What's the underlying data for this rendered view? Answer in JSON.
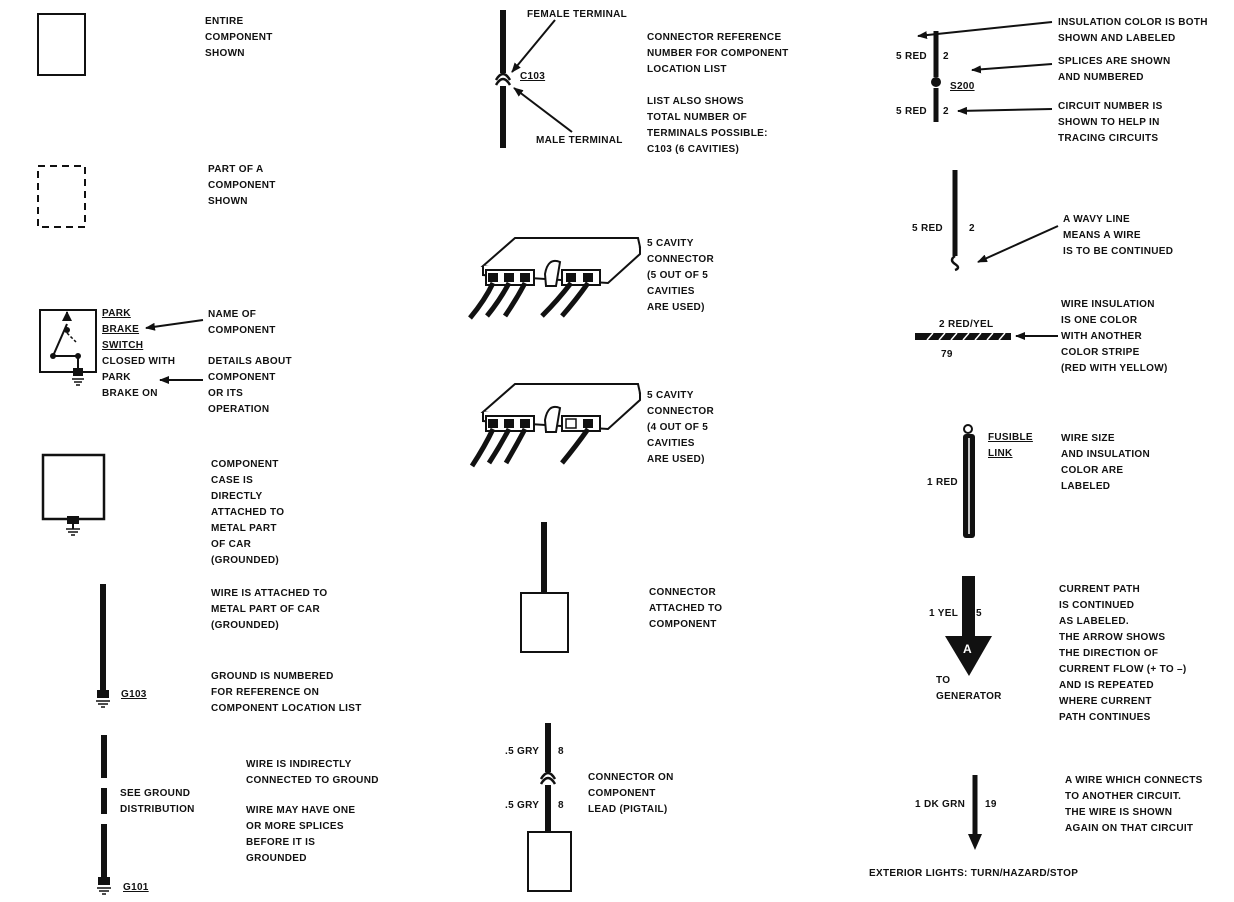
{
  "legend": {
    "col1": {
      "entire_component": [
        "ENTIRE",
        "COMPONENT",
        "SHOWN"
      ],
      "part_component": [
        "PART OF A",
        "COMPONENT",
        "SHOWN"
      ],
      "switch_name_lines": [
        "PARK",
        "BRAKE",
        "SWITCH"
      ],
      "switch_state_lines": [
        "CLOSED WITH",
        "PARK",
        "BRAKE ON"
      ],
      "name_of_component": [
        "NAME OF",
        "COMPONENT"
      ],
      "details_about": [
        "DETAILS ABOUT",
        "COMPONENT",
        "OR ITS",
        "OPERATION"
      ],
      "case_grounded": [
        "COMPONENT",
        "CASE IS",
        "DIRECTLY",
        "ATTACHED TO",
        "METAL PART",
        "OF CAR",
        "(GROUNDED)"
      ],
      "wire_attached": [
        "WIRE IS ATTACHED TO",
        "METAL PART OF CAR",
        "(GROUNDED)"
      ],
      "ground_numbered": [
        "GROUND IS NUMBERED",
        "FOR REFERENCE ON",
        "COMPONENT LOCATION LIST"
      ],
      "ground_id_g103": "G103",
      "see_ground": [
        "SEE GROUND",
        "DISTRIBUTION"
      ],
      "wire_indirect": [
        "WIRE IS INDIRECTLY",
        "CONNECTED TO GROUND"
      ],
      "wire_splices": [
        "WIRE MAY HAVE ONE",
        "OR MORE SPLICES",
        "BEFORE IT IS",
        "GROUNDED"
      ],
      "ground_id_g101": "G101"
    },
    "col2": {
      "female_terminal": "FEMALE TERMINAL",
      "male_terminal": "MALE TERMINAL",
      "connector_id": "C103",
      "connector_ref": [
        "CONNECTOR REFERENCE",
        "NUMBER FOR COMPONENT",
        "LOCATION LIST"
      ],
      "list_shows": [
        "LIST ALSO SHOWS",
        "TOTAL NUMBER OF",
        "TERMINALS POSSIBLE:",
        "C103 (6 CAVITIES)"
      ],
      "cavity5_all": [
        "5 CAVITY",
        "CONNECTOR",
        "(5 OUT OF 5",
        "CAVITIES",
        "ARE USED)"
      ],
      "cavity5_four": [
        "5 CAVITY",
        "CONNECTOR",
        "(4 OUT OF 5",
        "CAVITIES",
        "ARE USED)"
      ],
      "connector_attached": [
        "CONNECTOR",
        "ATTACHED TO",
        "COMPONENT"
      ],
      "pigtail_top_wire": ".5 GRY",
      "pigtail_top_circuit": "8",
      "pigtail_bottom_wire": ".5 GRY",
      "pigtail_bottom_circuit": "8",
      "connector_on_lead": [
        "CONNECTOR ON",
        "COMPONENT",
        "LEAD (PIGTAIL)"
      ]
    },
    "col3": {
      "splice_top_wire": "5 RED",
      "splice_top_circuit": "2",
      "splice_id": "S200",
      "splice_bottom_wire": "5 RED",
      "splice_bottom_circuit": "2",
      "insulation_color": [
        "INSULATION COLOR IS BOTH",
        "SHOWN AND LABELED"
      ],
      "splices_shown": [
        "SPLICES ARE SHOWN",
        "AND NUMBERED"
      ],
      "circuit_number": [
        "CIRCUIT NUMBER IS",
        "SHOWN TO HELP IN",
        "TRACING CIRCUITS"
      ],
      "wavy_wire": "5 RED",
      "wavy_circuit": "2",
      "wavy_line": [
        "A WAVY LINE",
        "MEANS A WIRE",
        "IS TO BE CONTINUED"
      ],
      "stripe_wire": "2 RED/YEL",
      "stripe_circuit": "79",
      "wire_insulation": [
        "WIRE INSULATION",
        "IS ONE COLOR",
        "WITH ANOTHER",
        "COLOR STRIPE",
        "(RED WITH YELLOW)"
      ],
      "fusible_link_lines": [
        "FUSIBLE",
        "LINK"
      ],
      "fusible_wire": "1 RED",
      "wire_size": [
        "WIRE SIZE",
        "AND INSULATION",
        "COLOR ARE",
        "LABELED"
      ],
      "arrow_wire": "1 YEL",
      "arrow_circuit": "5",
      "arrow_letter": "A",
      "to_generator": [
        "TO",
        "GENERATOR"
      ],
      "current_path": [
        "CURRENT PATH",
        "IS CONTINUED",
        "AS LABELED.",
        "THE ARROW SHOWS",
        "THE DIRECTION OF",
        "CURRENT FLOW (+ TO –)",
        "AND IS REPEATED",
        "WHERE CURRENT",
        "PATH CONTINUES"
      ],
      "dk_grn_wire": "1 DK GRN",
      "dk_grn_circuit": "19",
      "wire_connects": [
        "A WIRE WHICH CONNECTS",
        "TO ANOTHER CIRCUIT.",
        "THE WIRE IS SHOWN",
        "AGAIN ON THAT CIRCUIT"
      ],
      "exterior_lights": "EXTERIOR LIGHTS: TURN/HAZARD/STOP"
    }
  }
}
